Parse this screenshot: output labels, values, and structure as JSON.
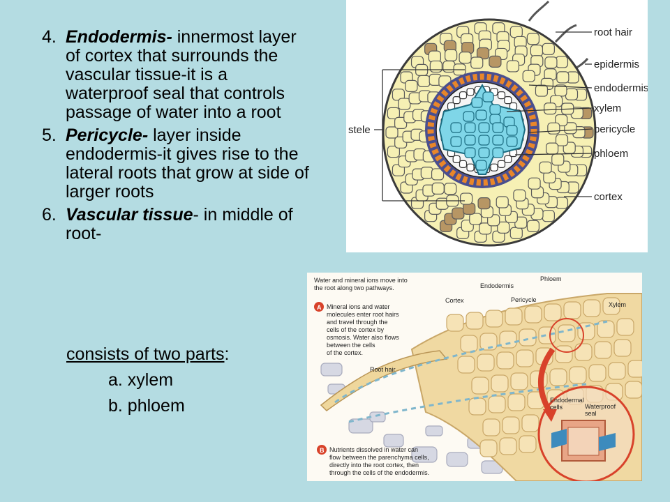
{
  "items": [
    {
      "number": "4.",
      "term": "Endodermis-",
      "text": " innermost layer of cortex that surrounds the vascular tissue-it is a waterproof seal that controls passage of water into a root"
    },
    {
      "number": "5.",
      "term": "Pericycle-",
      "text": " layer inside endodermis-it gives rise to the lateral roots that grow at side of larger roots"
    },
    {
      "number": "6.",
      "term": "Vascular tissue",
      "text": "- in middle of root-"
    }
  ],
  "consists": {
    "underlined": "consists of two parts",
    "colon": ":"
  },
  "parts": [
    "a. xylem",
    "b. phloem"
  ],
  "cross_section_labels": {
    "root_hair": "root hair",
    "epidermis": "epidermis",
    "endodermis": "endodermis",
    "xylem": "xylem",
    "pericycle": "pericycle",
    "phloem": "phloem",
    "cortex": "cortex",
    "stele": "stele"
  },
  "pathway_labels": {
    "intro_line1": "Water and mineral ions move into",
    "intro_line2": "the root along two pathways.",
    "pericycle": "Pericycle",
    "phloem": "Phloem",
    "endodermis": "Endodermis",
    "cortex": "Cortex",
    "xylem": "Xylem",
    "step_a_marker": "A",
    "step_a_lines": [
      "Mineral ions and water",
      "molecules enter root hairs",
      "and travel through the",
      "cells of the cortex by",
      "osmosis. Water also flows",
      "between the cells",
      "of the cortex."
    ],
    "root_hair": "Root hair",
    "endodermal_cells_1": "Endodermal",
    "endodermal_cells_2": "cells",
    "waterproof_1": "Waterproof",
    "waterproof_2": "seal",
    "step_b_marker": "B",
    "step_b_lines": [
      "Nutrients dissolved in water can",
      "flow between the parenchyma cells,",
      "directly into the root cortex, then",
      "through the cells of the endodermis."
    ]
  },
  "colors": {
    "background": "#b4dce2",
    "cortex_fill": "#f6f0b4",
    "xylem_fill": "#7fd6e8",
    "endodermis_ring": "#e8862a",
    "pericycle_ring": "#4a4f8f",
    "marker_red": "#d8422a"
  }
}
